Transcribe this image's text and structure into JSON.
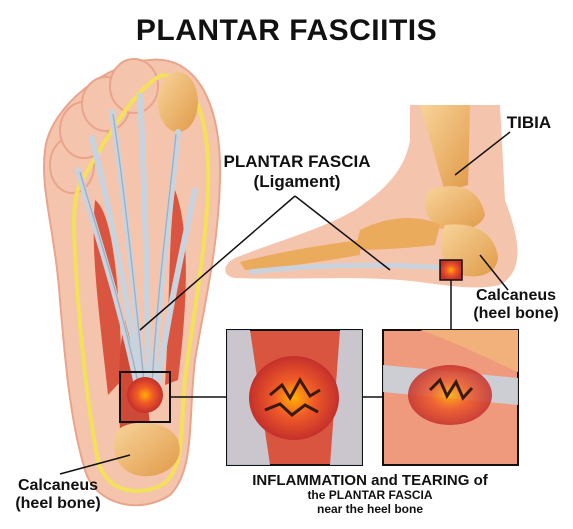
{
  "title": "PLANTAR FASCIITIS",
  "labels": {
    "plantar_fascia": "PLANTAR FASCIA",
    "ligament": "(Ligament)",
    "tibia": "TIBIA",
    "calcaneus_right": "Calcaneus",
    "heel_bone_right": "(heel bone)",
    "calcaneus_left": "Calcaneus",
    "heel_bone_left": "(heel bone)",
    "inflammation_line1": "INFLAMMATION and TEARING of",
    "inflammation_line2": "the PLANTAR FASCIA",
    "inflammation_line3": "near the heel bone"
  },
  "colors": {
    "skin": "#f5c4ad",
    "bone": "#f0b96a",
    "muscle": "#d9553f",
    "fascia": "#c9d3de",
    "inflammation": "#e8432a",
    "fat_layer": "#f3e15a"
  }
}
